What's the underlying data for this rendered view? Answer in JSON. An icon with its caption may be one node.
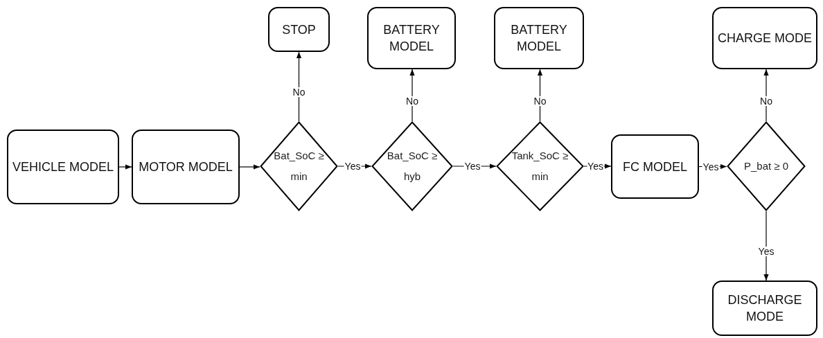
{
  "diagram": {
    "nodes": [
      {
        "text": [
          "VEHICLE MODEL"
        ]
      },
      {
        "text": [
          "MOTOR MODEL"
        ]
      },
      {
        "text": [
          "Bat_SoC ≥ min"
        ]
      },
      {
        "text": [
          "STOP"
        ]
      },
      {
        "text": [
          "Bat_SoC ≥ hyb"
        ]
      },
      {
        "text": [
          "BATTERY MODEL"
        ]
      },
      {
        "text": [
          "Tank_SoC ≥ min"
        ]
      },
      {
        "text": [
          "BATTERY MODEL"
        ]
      },
      {
        "text": [
          "FC MODEL"
        ]
      },
      {
        "text": [
          "P_bat ≥ 0"
        ]
      },
      {
        "text": [
          "CHARGE MODE"
        ]
      },
      {
        "text": [
          "DISCHARGE MODE"
        ]
      }
    ],
    "edges": [
      {
        "from": 0,
        "to": 1,
        "arrow": "to"
      },
      {
        "from": 1,
        "to": 2,
        "arrow": "to"
      },
      {
        "from": 2,
        "to": 3,
        "arrow": "to",
        "label": "No"
      },
      {
        "from": 2,
        "to": 4,
        "arrow": "to",
        "label": "Yes"
      },
      {
        "from": 4,
        "to": 5,
        "arrow": "to",
        "label": "No"
      },
      {
        "from": 4,
        "to": 6,
        "arrow": "to",
        "label": "Yes"
      },
      {
        "from": 6,
        "to": 7,
        "arrow": "to",
        "label": "No"
      },
      {
        "from": 6,
        "to": 8,
        "arrow": "to",
        "label": "Yes"
      },
      {
        "from": 8,
        "to": 9,
        "arrow": "to",
        "label": "Yes"
      },
      {
        "from": 9,
        "to": 10,
        "arrow": "to",
        "label": "No"
      },
      {
        "from": 9,
        "to": 11,
        "arrow": "to",
        "label": "Yes"
      }
    ]
  }
}
